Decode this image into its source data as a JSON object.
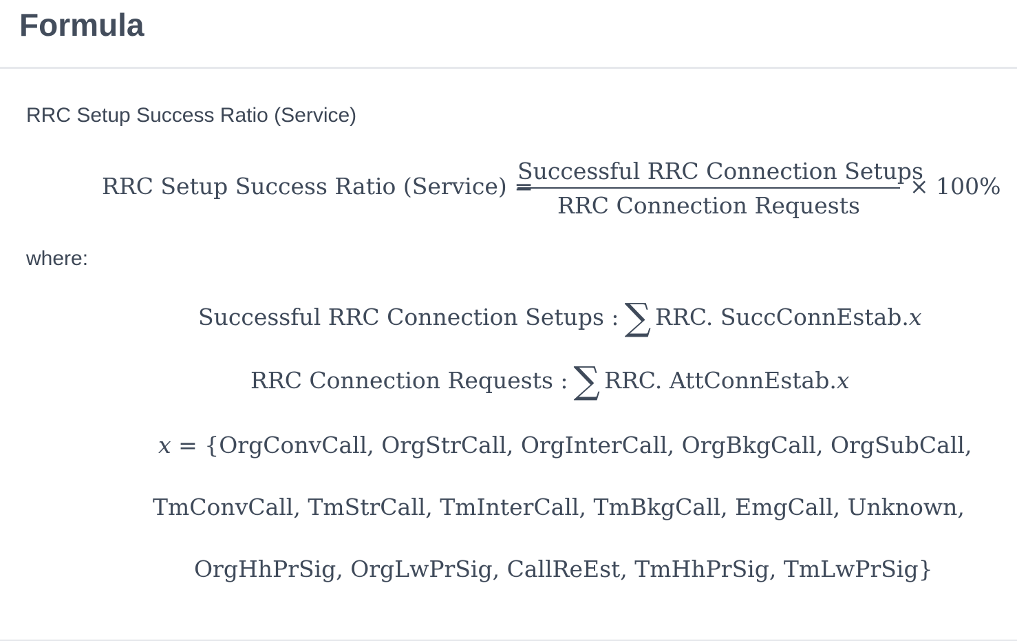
{
  "header": {
    "title": "Formula"
  },
  "section": {
    "label": "RRC Setup Success Ratio (Service)",
    "where_label": "where:"
  },
  "formula": {
    "lhs": "RRC Setup Success Ratio (Service)",
    "equals": "=",
    "numerator": "Successful RRC Connection Setups",
    "denominator": "RRC Connection Requests",
    "multiplier": "× 100%"
  },
  "definitions": [
    {
      "term": "Successful RRC Connection Setups :",
      "sum_symbol": "∑",
      "counter": "RRC. SuccConnEstab.",
      "var": "x"
    },
    {
      "term": "RRC Connection Requests :",
      "sum_symbol": "∑",
      "counter": "RRC. AttConnEstab.",
      "var": "x"
    }
  ],
  "x_set": {
    "var": "x",
    "prefix": " = {OrgConvCall, OrgStrCall, OrgInterCall, OrgBkgCall, OrgSubCall,",
    "line2": "TmConvCall, TmStrCall, TmInterCall, TmBkgCall, EmgCall, Unknown,",
    "line3": "OrgHhPrSig, OrgLwPrSig, CallReEst, TmHhPrSig, TmLwPrSig}"
  }
}
